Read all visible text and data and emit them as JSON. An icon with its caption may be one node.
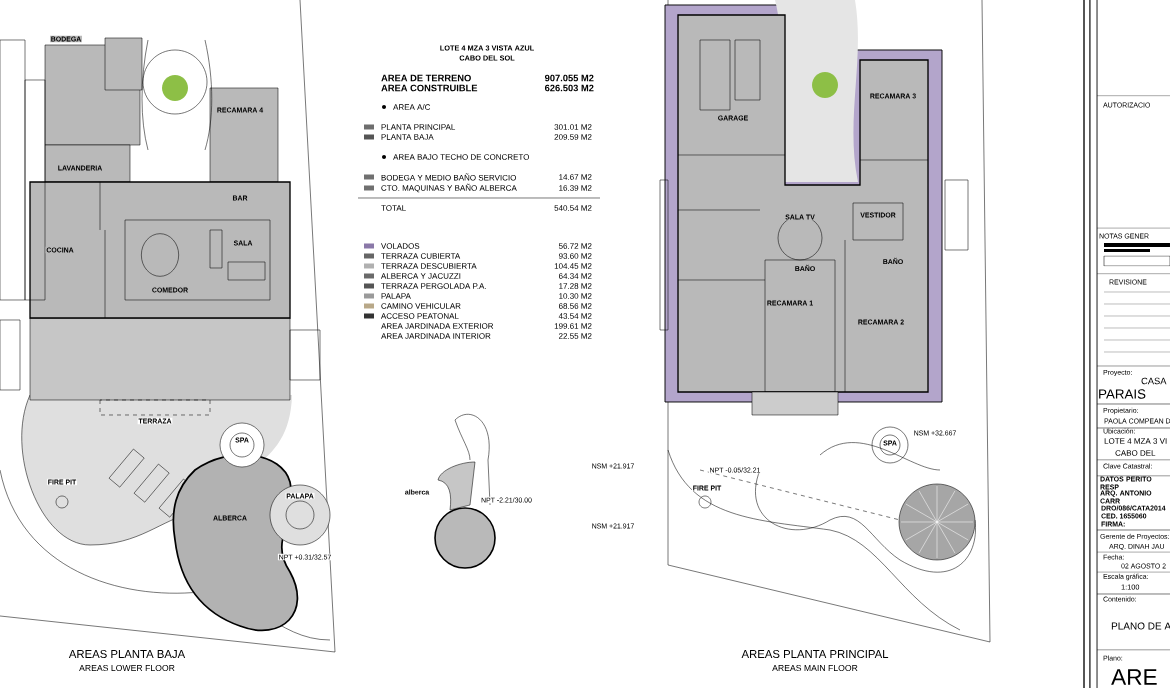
{
  "diagram": {
    "labels": [
      "LOTE 4 MZA 3 VISTA AZUL",
      "CABO DEL SOL",
      "AREA DE TERRENO",
      "907.055 M2",
      "AREA CONSTRUIBLE",
      "626.503 M2",
      "AREA A/C",
      "301.01 M2",
      "209.59 M2",
      "AREA BAJO TECHO DE CONCRETO",
      "14.67 M2",
      "16.39 M2",
      "TOTAL",
      "540.54 M2",
      "56.72 M2",
      "93.60 M2",
      "104.45 M2",
      "64.34 M2",
      "17.28 M2",
      "10.30 M2",
      "68.56 M2",
      "43.54 M2",
      "AREA JARDINADA EXTERIOR",
      "199.61 M2",
      "AREA JARDINADA INTERIOR",
      "22.55 M2",
      "AREAS PLANTA BAJA",
      "AREAS LOWER FLOOR",
      "AREAS PLANTA PRINCIPAL",
      "AREAS MAIN FLOOR",
      "BODEGA",
      "RECAMARA 4",
      "LAVANDERIA",
      "BAR",
      "COCINA",
      "SALA",
      "COMEDOR",
      "TERRAZA",
      "SPA",
      "FIRE PIT",
      "ALBERCA",
      "PALAPA",
      "NPT +0.31/32.57",
      "alberca",
      "NPT -2.21/30.00",
      "GARAGE",
      "RECAMARA 3",
      "SALA TV",
      "VESTIDOR",
      "BAÑO",
      "BAÑO",
      "RECAMARA 1",
      "RECAMARA 2",
      "NSM +21.917",
      "NSM +21.917",
      "NPT -0.05/32.21",
      "FIRE PIT",
      "SPA",
      "NSM +32.667",
      "AUTORIZACIO",
      "NOTAS GENER",
      "REVISIONE",
      "Proyecto:",
      "CASA",
      "PARAIS",
      "Propietario:",
      "PAOLA COMPEAN D",
      "Ubicación:",
      "LOTE 4 MZA 3 VI",
      "CABO DEL",
      "Clave Catastral:",
      "DATOS PERITO RESP",
      "ARQ. ANTONIO CARR",
      "DRO/086/CATA2014",
      "CED. 1655060",
      "FIRMA:",
      "Gerente de Proyectos:",
      "ARQ. DINAH JAU",
      "Fecha:",
      "02 AGOSTO 2",
      "Escala gráfica:",
      "1:100",
      "Contenido:",
      "PLANO DE A",
      "Plano:",
      "ARE"
    ],
    "legend": [
      {
        "text": "PLANTA PRINCIPAL",
        "color": "#6e6e6e"
      },
      {
        "text": "PLANTA BAJA",
        "color": "#555555"
      },
      {
        "text": "BODEGA Y MEDIO BAÑO SERVICIO",
        "color": "#707070"
      },
      {
        "text": "CTO. MAQUINAS Y BAÑO ALBERCA",
        "color": "#707070"
      },
      {
        "text": "VOLADOS",
        "color": "#8a78a8"
      },
      {
        "text": "TERRAZA CUBIERTA",
        "color": "#666666"
      },
      {
        "text": "TERRAZA DESCUBIERTA",
        "color": "#b0b0b0"
      },
      {
        "text": "ALBERCA Y JACUZZI",
        "color": "#6a6a6a"
      },
      {
        "text": "TERRAZA PERGOLADA P.A.",
        "color": "#555555"
      },
      {
        "text": "PALAPA",
        "color": "#9a9a9a"
      },
      {
        "text": "CAMINO VEHICULAR",
        "color": "#b8a888"
      },
      {
        "text": "ACCESO PEATONAL",
        "color": "#333333"
      }
    ]
  }
}
